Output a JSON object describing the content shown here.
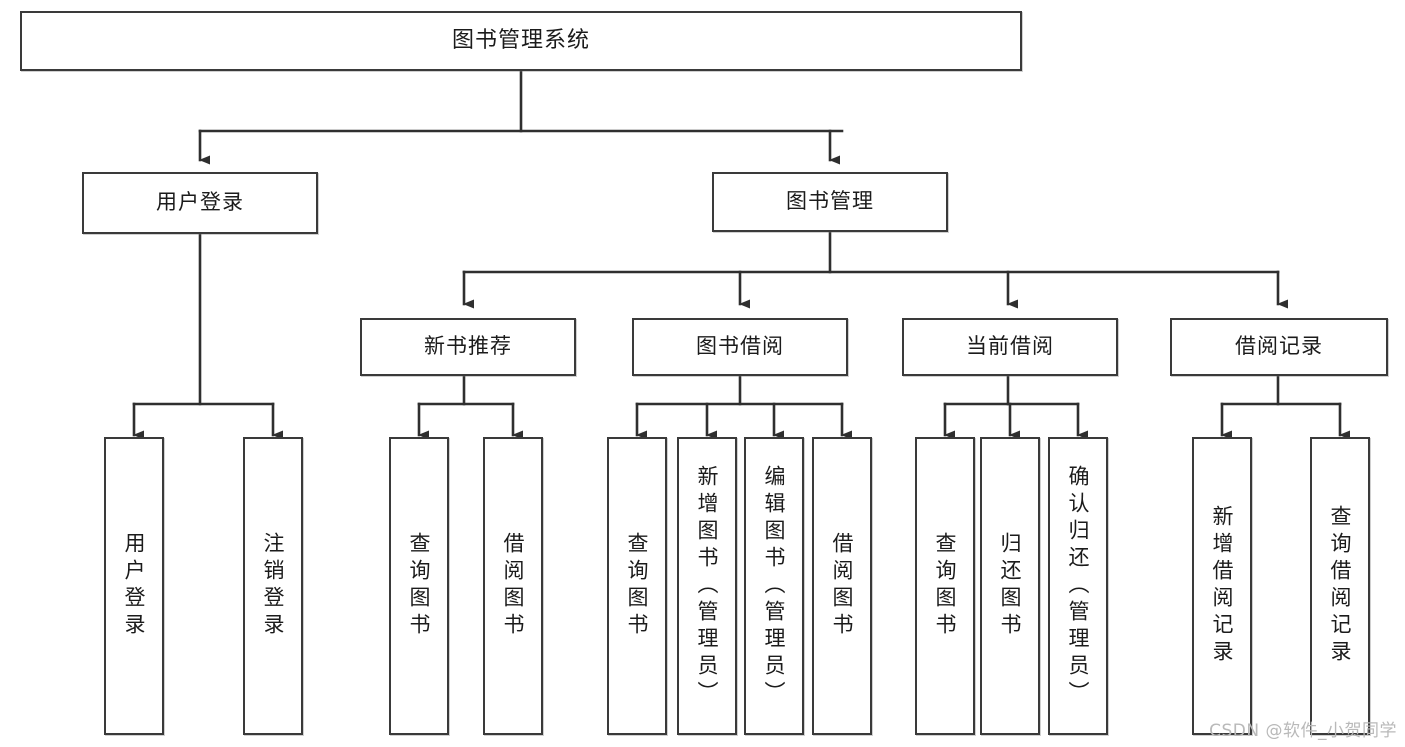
{
  "diagram": {
    "type": "tree-hierarchy",
    "title": "图书管理系统",
    "root": {
      "label": "图书管理系统"
    },
    "level2": [
      {
        "id": "user-login",
        "label": "用户登录"
      },
      {
        "id": "book-manage",
        "label": "图书管理"
      }
    ],
    "level3": [
      {
        "id": "new-book-recommend",
        "label": "新书推荐",
        "parent": "book-manage"
      },
      {
        "id": "book-borrow",
        "label": "图书借阅",
        "parent": "book-manage"
      },
      {
        "id": "current-borrow",
        "label": "当前借阅",
        "parent": "book-manage"
      },
      {
        "id": "borrow-record",
        "label": "借阅记录",
        "parent": "book-manage"
      }
    ],
    "leaves": [
      {
        "id": "leaf-user-login",
        "label": "用户登录",
        "parent": "user-login"
      },
      {
        "id": "leaf-user-logout",
        "label": "注销登录",
        "parent": "user-login"
      },
      {
        "id": "leaf-query-book-1",
        "label": "查询图书",
        "parent": "new-book-recommend"
      },
      {
        "id": "leaf-borrow-book-1",
        "label": "借阅图书",
        "parent": "new-book-recommend"
      },
      {
        "id": "leaf-query-book-2",
        "label": "查询图书",
        "parent": "book-borrow"
      },
      {
        "id": "leaf-add-book",
        "label": "新增图书（管理员）",
        "parent": "book-borrow"
      },
      {
        "id": "leaf-edit-book",
        "label": "编辑图书（管理员）",
        "parent": "book-borrow"
      },
      {
        "id": "leaf-borrow-book-2",
        "label": "借阅图书",
        "parent": "book-borrow"
      },
      {
        "id": "leaf-query-book-3",
        "label": "查询图书",
        "parent": "current-borrow"
      },
      {
        "id": "leaf-return-book",
        "label": "归还图书",
        "parent": "current-borrow"
      },
      {
        "id": "leaf-confirm-return",
        "label": "确认归还（管理员）",
        "parent": "current-borrow"
      },
      {
        "id": "leaf-add-record",
        "label": "新增借阅记录",
        "parent": "borrow-record"
      },
      {
        "id": "leaf-query-record",
        "label": "查询借阅记录",
        "parent": "borrow-record"
      }
    ],
    "colors": {
      "stroke": "#3a3a3a",
      "box_fill": "#ffffff",
      "text": "#1b1b1b",
      "watermark": "#b9b9b9"
    }
  },
  "watermark": {
    "text": "CSDN @软件_小贺同学"
  }
}
